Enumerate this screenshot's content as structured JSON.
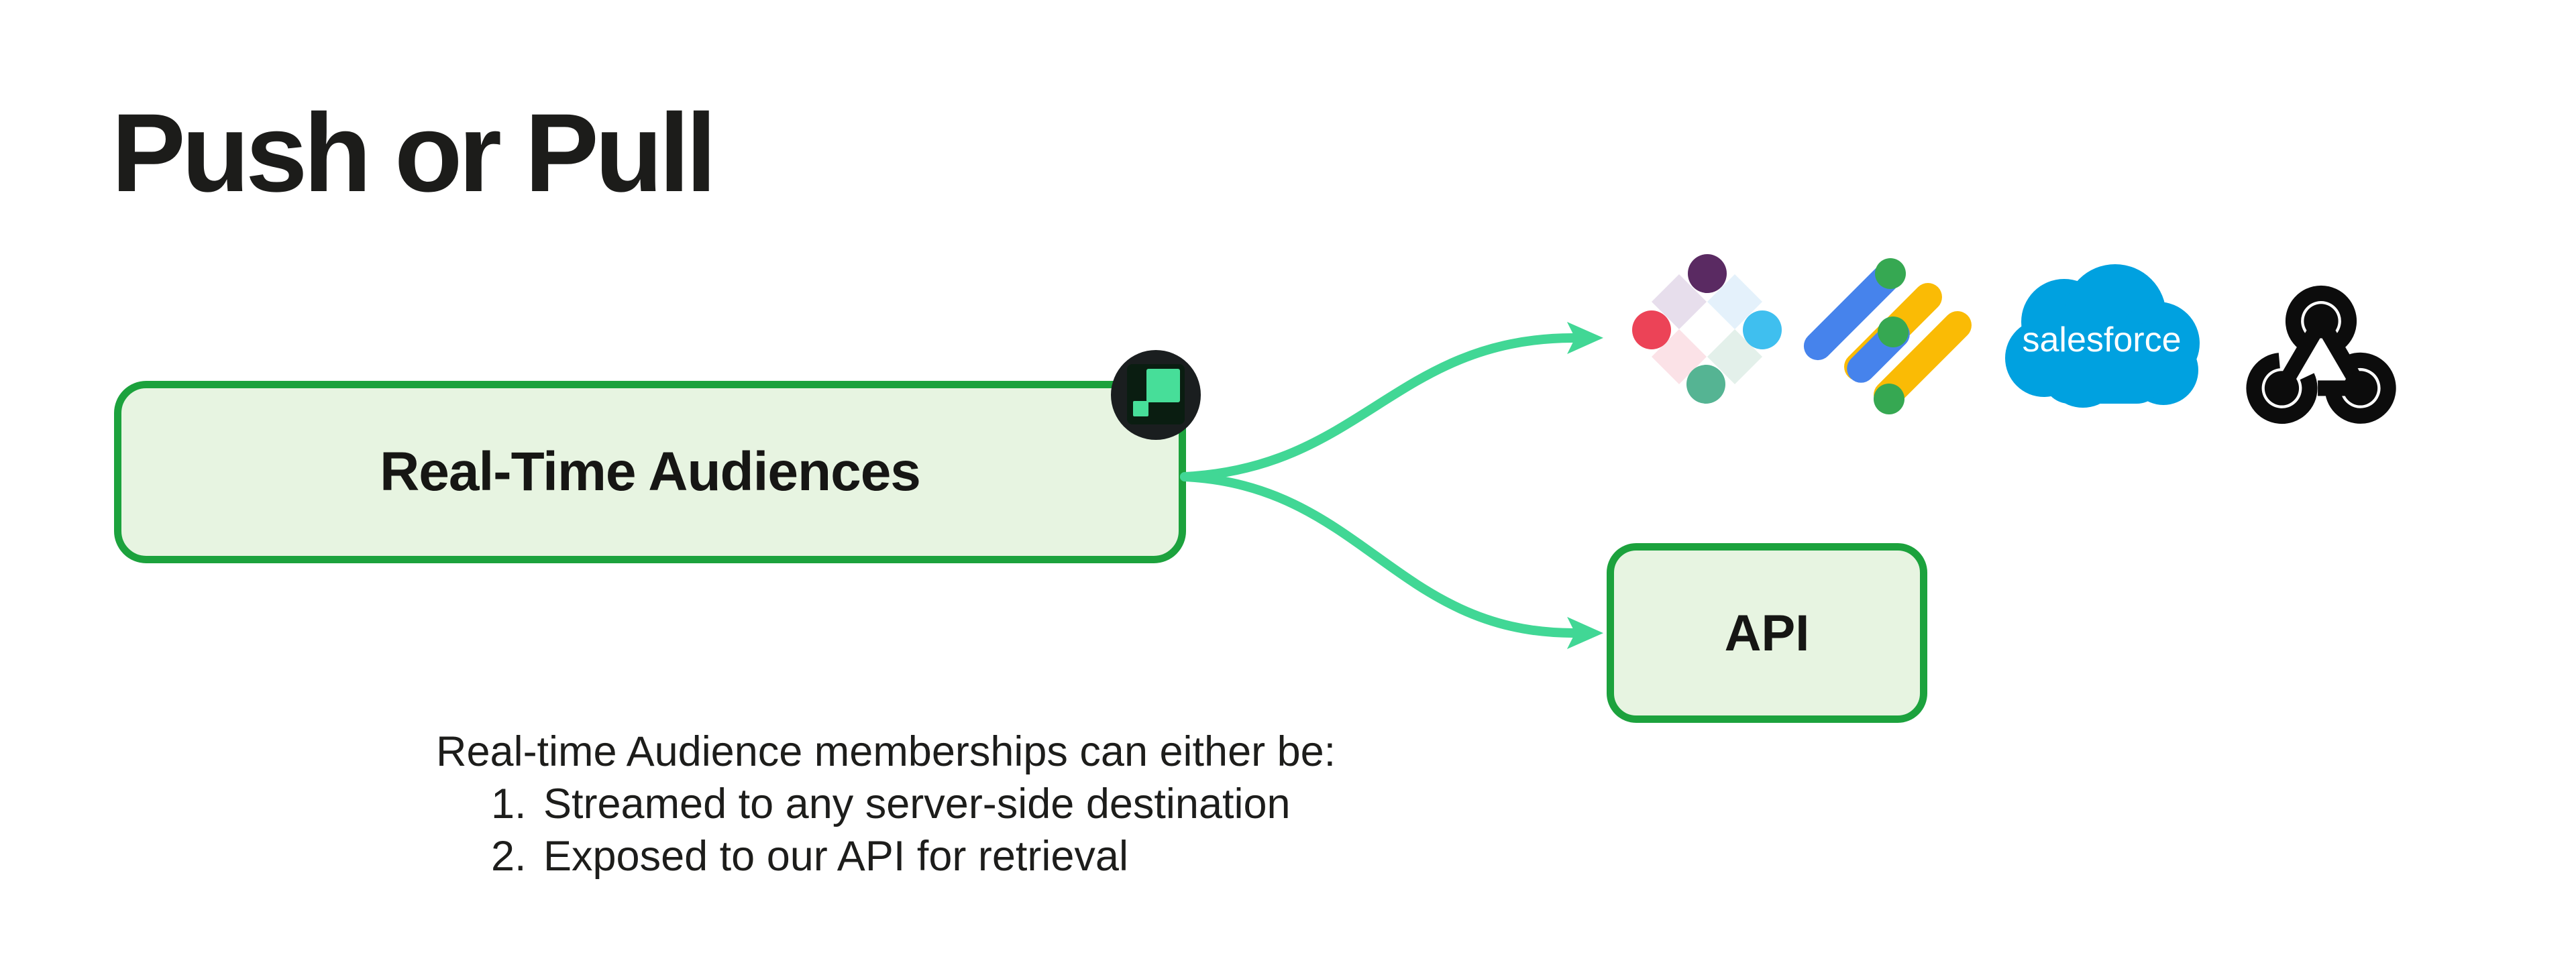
{
  "page": {
    "title": "Push or Pull",
    "background": "#ffffff"
  },
  "diagram": {
    "source_box": {
      "label": "Real-Time Audiences",
      "badge_icon": "green-squares-product-badge-icon"
    },
    "api_box": {
      "label": "API"
    },
    "destinations": [
      {
        "icon": "iterable-logo-icon"
      },
      {
        "icon": "google-ad-manager-logo-icon"
      },
      {
        "icon": "salesforce-logo-icon",
        "logo_text": "salesforce"
      },
      {
        "icon": "webhook-icon"
      }
    ]
  },
  "notes": {
    "intro": "Real-time Audience memberships can either be:",
    "items": [
      "Streamed to any server-side destination",
      "Exposed to our API for retrieval"
    ]
  },
  "colors": {
    "box_border_green": "#1ca23d",
    "box_fill_green": "#e7f4e1",
    "arrow_mint": "#41d795",
    "badge_mint": "#47de99",
    "salesforce_blue": "#00a1e0",
    "title_dark": "#1c1c1a"
  }
}
